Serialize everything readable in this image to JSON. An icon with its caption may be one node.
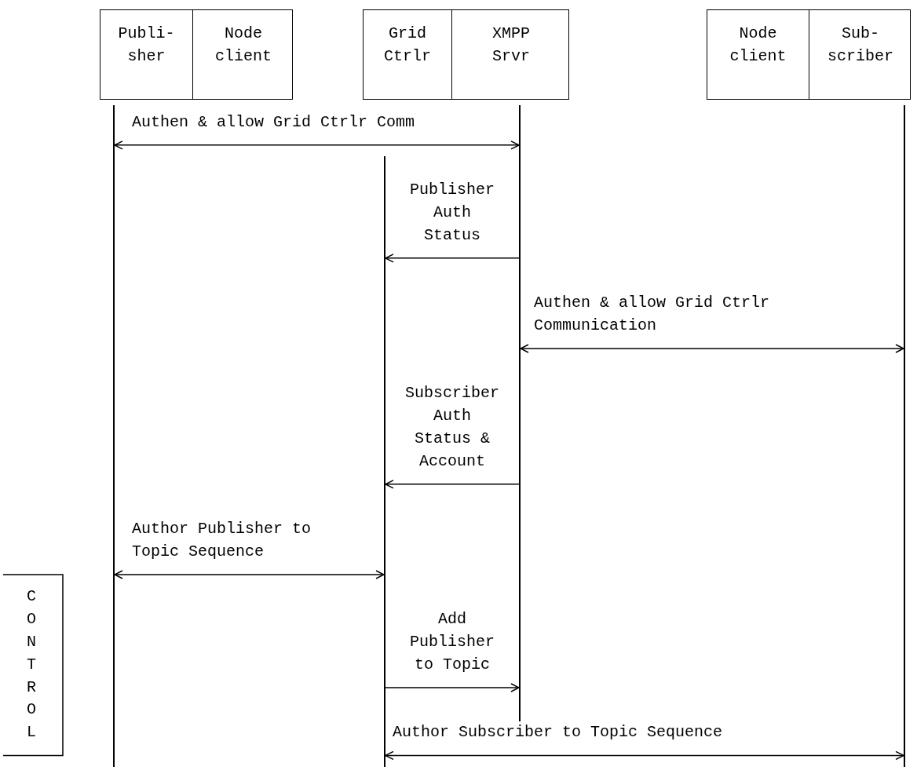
{
  "diagram": {
    "nodes": [
      {
        "text": [],
        "shape": "box"
      },
      {
        "text": [
          "Publi- sher"
        ],
        "in": 0
      },
      {
        "text": [
          "Node client"
        ],
        "in": 0
      },
      {
        "text": [],
        "shape": "box"
      },
      {
        "text": [
          "Grid Ctrlr"
        ],
        "in": 3
      },
      {
        "text": [
          "XMPP Srvr"
        ],
        "in": 3
      },
      {
        "text": [],
        "shape": "box"
      },
      {
        "text": [
          "Node client"
        ],
        "in": 6
      },
      {
        "text": [
          "Sub- scriber"
        ],
        "in": 6
      },
      {
        "text": [],
        "shape": "line"
      },
      {
        "text": [],
        "shape": "line"
      },
      {
        "text": [],
        "shape": "line"
      },
      {
        "text": [],
        "shape": "line"
      }
    ],
    "edges": [
      {
        "from": 9,
        "to": 11,
        "arrow": "both",
        "label": "Authen & allow Grid Ctrlr Comm"
      },
      {
        "from": 11,
        "to": 10,
        "arrow": "to",
        "label": "Publisher Auth Status"
      },
      {
        "from": 11,
        "to": 12,
        "arrow": "both",
        "label": "Authen & allow Grid Ctrlr Communication"
      },
      {
        "from": 11,
        "to": 10,
        "arrow": "to",
        "label": "Subscriber Auth Status & Account"
      },
      {
        "from": 9,
        "to": 10,
        "arrow": "both",
        "label": "Author Publisher to Topic Sequence"
      },
      {
        "from": 10,
        "to": 11,
        "arrow": "to",
        "label": "Add Publisher to Topic"
      },
      {
        "from": 10,
        "to": 12,
        "arrow": "both",
        "label": "Author Subscriber to Topic Sequence"
      }
    ],
    "labels": [
      "CONTROL"
    ]
  }
}
